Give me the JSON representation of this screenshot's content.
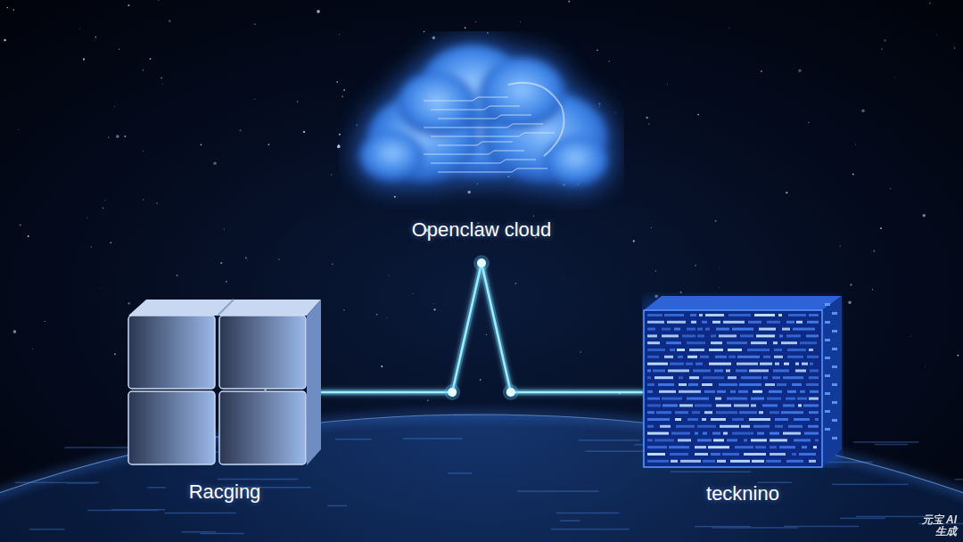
{
  "diagram": {
    "nodes": [
      {
        "text": [
          "Openclaw cloud"
        ]
      },
      {
        "text": [
          "Racging"
        ]
      },
      {
        "text": [
          "tecknino"
        ]
      }
    ],
    "edges": [
      {
        "from": 1,
        "to": 2,
        "arrow": "none"
      }
    ],
    "labels": [
      "元宝 AI生成"
    ]
  }
}
